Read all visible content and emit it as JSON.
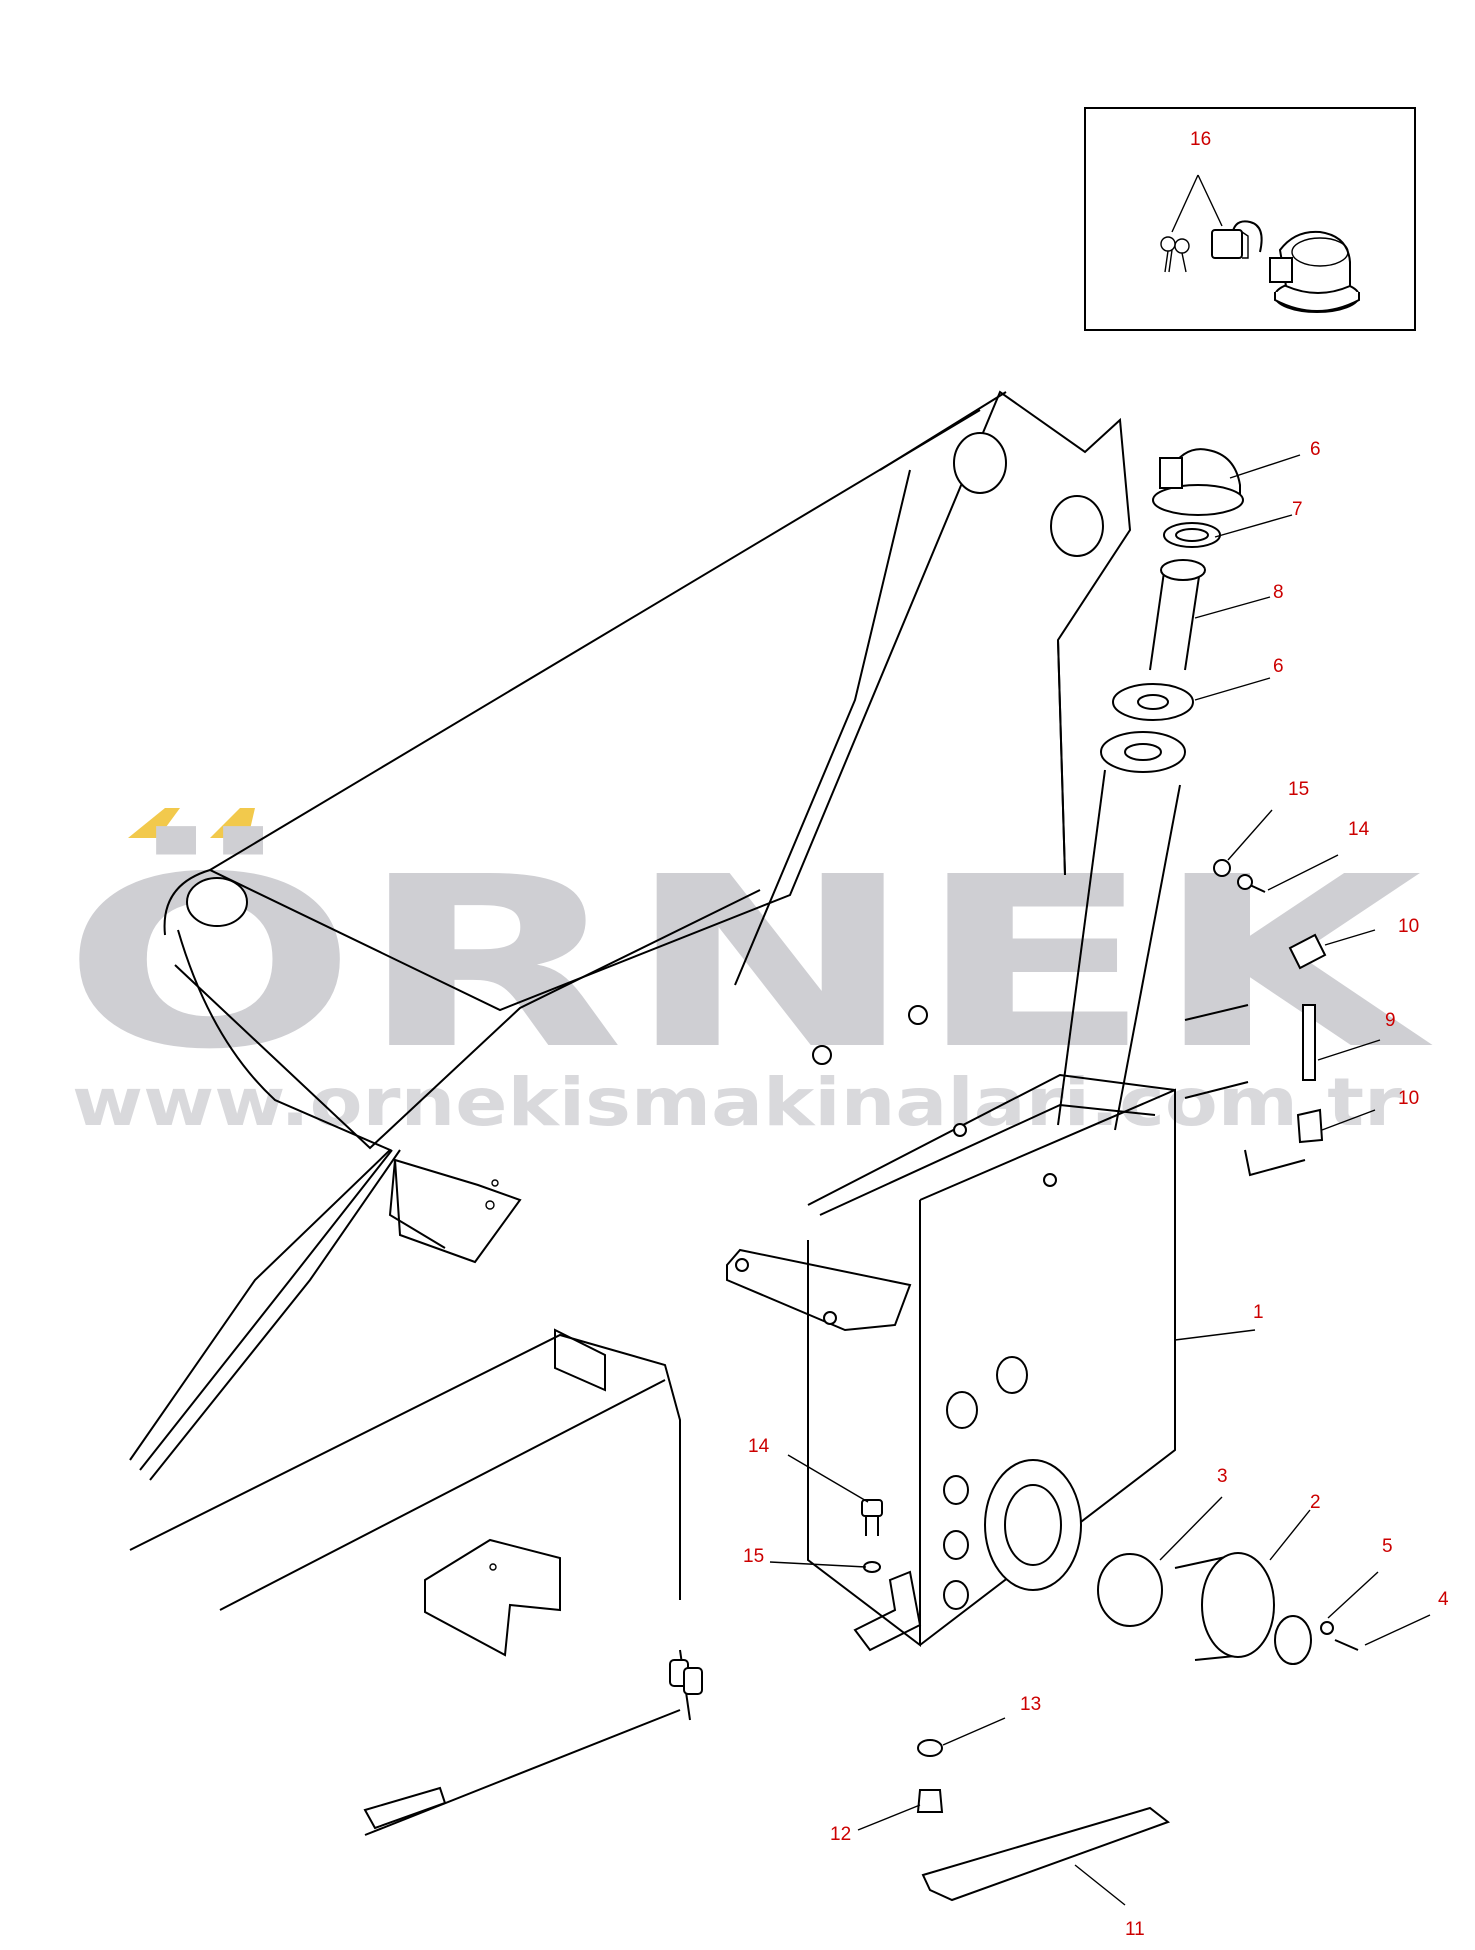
{
  "watermark": {
    "brand": "ÖRNEK",
    "url": "www.ornekismakinalari.com.tr",
    "accent_color": "#f2c94c",
    "text_color": "#cfcfd3"
  },
  "inset": {
    "callout": "16"
  },
  "callouts": [
    {
      "id": "c6a",
      "text": "6"
    },
    {
      "id": "c7",
      "text": "7"
    },
    {
      "id": "c8",
      "text": "8"
    },
    {
      "id": "c6b",
      "text": "6"
    },
    {
      "id": "c15a",
      "text": "15"
    },
    {
      "id": "c14a",
      "text": "14"
    },
    {
      "id": "c10a",
      "text": "10"
    },
    {
      "id": "c9",
      "text": "9"
    },
    {
      "id": "c10b",
      "text": "10"
    },
    {
      "id": "c1",
      "text": "1"
    },
    {
      "id": "c3",
      "text": "3"
    },
    {
      "id": "c2",
      "text": "2"
    },
    {
      "id": "c5",
      "text": "5"
    },
    {
      "id": "c4",
      "text": "4"
    },
    {
      "id": "c14b",
      "text": "14"
    },
    {
      "id": "c15b",
      "text": "15"
    },
    {
      "id": "c13",
      "text": "13"
    },
    {
      "id": "c12",
      "text": "12"
    },
    {
      "id": "c11",
      "text": "11"
    }
  ],
  "colors": {
    "callout": "#cc0000",
    "line": "#000000"
  }
}
